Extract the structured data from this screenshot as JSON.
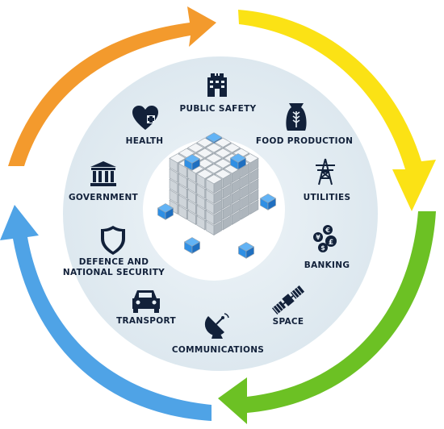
{
  "colors": {
    "arrow_orange": "#f39a2d",
    "arrow_yellow": "#fbe215",
    "arrow_green": "#6cc124",
    "arrow_blue": "#4fa3e6",
    "disc_fill": "#e5eef4",
    "icon_navy": "#12213a",
    "cube_blue": "#2f8fe4",
    "cube_grey": "#d9dde1"
  },
  "sectors": [
    {
      "id": "public-safety",
      "label": "PUBLIC SAFETY",
      "icon": "building-icon"
    },
    {
      "id": "food-production",
      "label": "FOOD PRODUCTION",
      "icon": "grain-sack-icon"
    },
    {
      "id": "utilities",
      "label": "UTILITIES",
      "icon": "power-pylon-icon"
    },
    {
      "id": "banking",
      "label": "BANKING",
      "icon": "currency-coins-icon"
    },
    {
      "id": "space",
      "label": "SPACE",
      "icon": "satellite-icon"
    },
    {
      "id": "communications",
      "label": "COMMUNICATIONS",
      "icon": "satellite-dish-icon"
    },
    {
      "id": "transport",
      "label": "TRANSPORT",
      "icon": "car-icon"
    },
    {
      "id": "defence",
      "label": "DEFENCE AND\nNATIONAL SECURITY",
      "icon": "shield-icon"
    },
    {
      "id": "government",
      "label": "GOVERNMENT",
      "icon": "government-building-icon"
    },
    {
      "id": "health",
      "label": "HEALTH",
      "icon": "heart-cross-icon"
    }
  ],
  "center_icon": "data-cube-icon"
}
